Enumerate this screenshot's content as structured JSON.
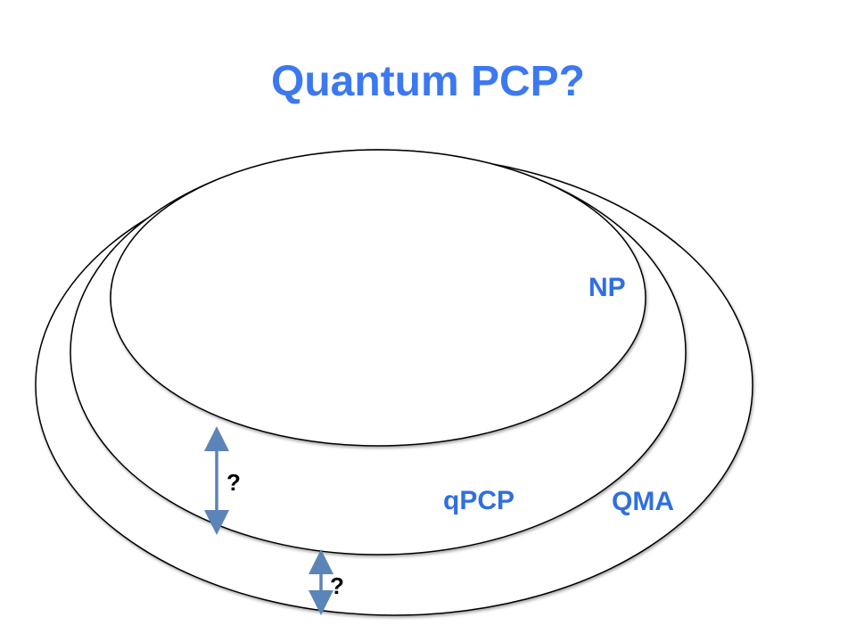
{
  "title": "Quantum PCP?",
  "colors": {
    "title": "#3C78F0",
    "labels": "#2F6FE0",
    "arrows": "#5B84B8",
    "outline": "#000000",
    "background": "#ffffff"
  },
  "regions": {
    "np": "NP",
    "qpcp": "qPCP",
    "qma": "QMA"
  },
  "gaps": {
    "upper_mark": "?",
    "lower_mark": "?"
  }
}
